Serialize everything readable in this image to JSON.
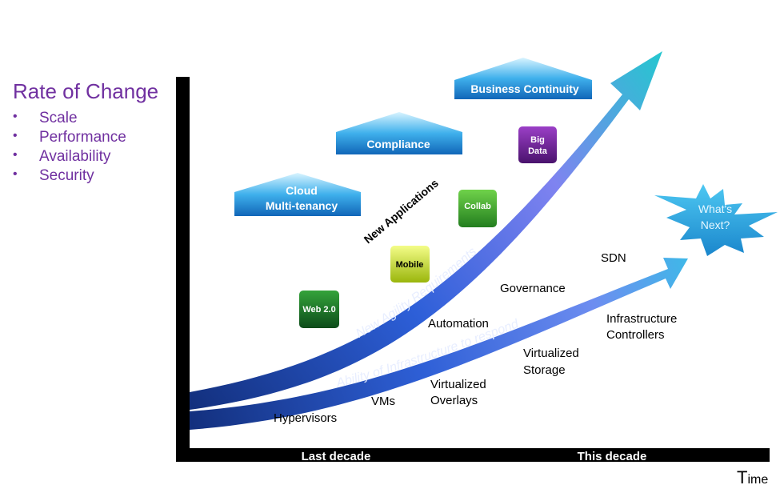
{
  "rate_of_change": {
    "title": "Rate of Change",
    "items": [
      "Scale",
      "Performance",
      "Availability",
      "Security"
    ]
  },
  "time_axis": {
    "first_letter": "T",
    "rest": "ime",
    "last_decade": "Last decade",
    "this_decade": "This decade"
  },
  "arrows": {
    "upper": "New Agility Requirements",
    "lower": "Ability of Infrastructure to respond"
  },
  "new_applications": "New Applications",
  "houses": [
    {
      "id": "business-continuity",
      "lines": [
        "Business Continuity"
      ]
    },
    {
      "id": "compliance",
      "lines": [
        "Compliance"
      ]
    },
    {
      "id": "cloud-multi-tenancy",
      "lines": [
        "Cloud",
        "Multi-tenancy"
      ]
    }
  ],
  "app_boxes": [
    {
      "id": "big-data",
      "lines": [
        "Big",
        "Data"
      ],
      "color": "purple"
    },
    {
      "id": "collab",
      "lines": [
        "Collab"
      ],
      "color": "green"
    },
    {
      "id": "mobile",
      "lines": [
        "Mobile"
      ],
      "color": "yellowgreen"
    },
    {
      "id": "web-2-0",
      "lines": [
        "Web 2.0"
      ],
      "color": "darkgreen"
    }
  ],
  "infrastructure_labels": [
    {
      "id": "sdn",
      "lines": [
        "SDN"
      ]
    },
    {
      "id": "governance",
      "lines": [
        "Governance"
      ]
    },
    {
      "id": "infrastructure-controllers",
      "lines": [
        "Infrastructure",
        "Controllers"
      ]
    },
    {
      "id": "automation",
      "lines": [
        "Automation"
      ]
    },
    {
      "id": "virtualized-storage",
      "lines": [
        "Virtualized",
        "Storage"
      ]
    },
    {
      "id": "virtualized-overlays",
      "lines": [
        "Virtualized",
        "Overlays"
      ]
    },
    {
      "id": "vms",
      "lines": [
        "VMs"
      ]
    },
    {
      "id": "hypervisors",
      "lines": [
        "Hypervisors"
      ]
    }
  ],
  "whats_next": [
    "What's",
    "Next?"
  ],
  "colors": {
    "purple_text": "#7030a0",
    "house_blue": "#1a8fd6",
    "arrow_blue": "#2e5fd6",
    "arrow_teal": "#2cc9d0"
  }
}
